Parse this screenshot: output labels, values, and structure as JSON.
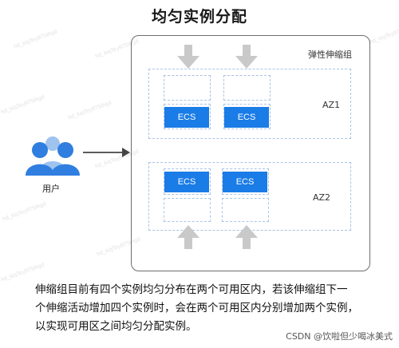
{
  "title": "均匀实例分配",
  "scaling_group": {
    "label": "弹性伸缩组",
    "zones": [
      {
        "label": "AZ1",
        "instances": [
          "ECS",
          "ECS"
        ]
      },
      {
        "label": "AZ2",
        "instances": [
          "ECS",
          "ECS"
        ]
      }
    ]
  },
  "user": {
    "label": "用户",
    "icon": "users-icon"
  },
  "description": [
    "伸缩组目前有四个实例均匀分布在两个可用区内，若该伸缩组下一",
    "个伸缩活动增加四个实例时，会在两个可用区内分别增加两个实例，",
    "以实现可用区之间均匀分配实例。"
  ],
  "credit": "CSDN @饮啦但少喝冰美式",
  "watermark": "hd_kiqTey97Sihgd",
  "colors": {
    "ecs_fill": "#1a7ce6",
    "dashed_border": "#a9c3e6",
    "arrow_gray": "#c9c9c9",
    "user_blue": "#2f7ee0"
  }
}
